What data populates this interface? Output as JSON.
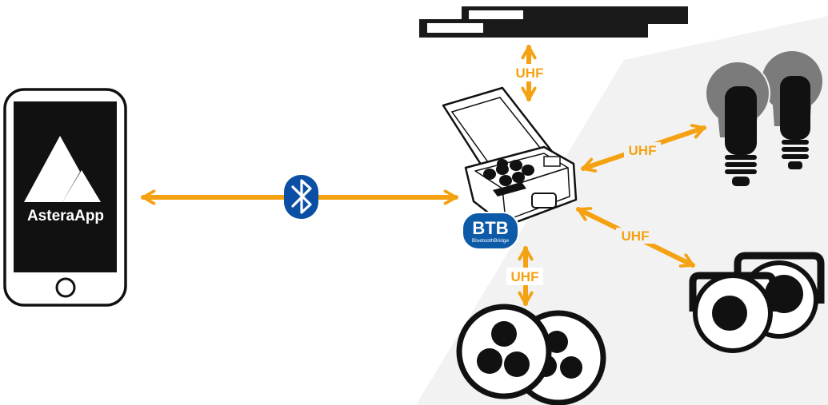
{
  "phone": {
    "app_name": "AsteraApp"
  },
  "link_labels": {
    "uhf_top": "UHF",
    "uhf_bulbs": "UHF",
    "uhf_spots": "UHF",
    "uhf_bottom": "UHF"
  },
  "bridge": {
    "badge_text": "BTB",
    "badge_subtext": "BluetoothBridge"
  },
  "colors": {
    "arrow": "#f5a212",
    "background_panel": "#f2f2f2",
    "device": "#111111",
    "bluetooth": "#0a4fa3",
    "btb_badge": "#0d5aa8",
    "bulb_glass": "#7b7b7b"
  },
  "icons": [
    "phone-icon",
    "astera-logo-icon",
    "bluetooth-icon",
    "case-icon",
    "tube-light-icon",
    "bulb-icon",
    "spotlight-icon",
    "par-light-icon"
  ]
}
